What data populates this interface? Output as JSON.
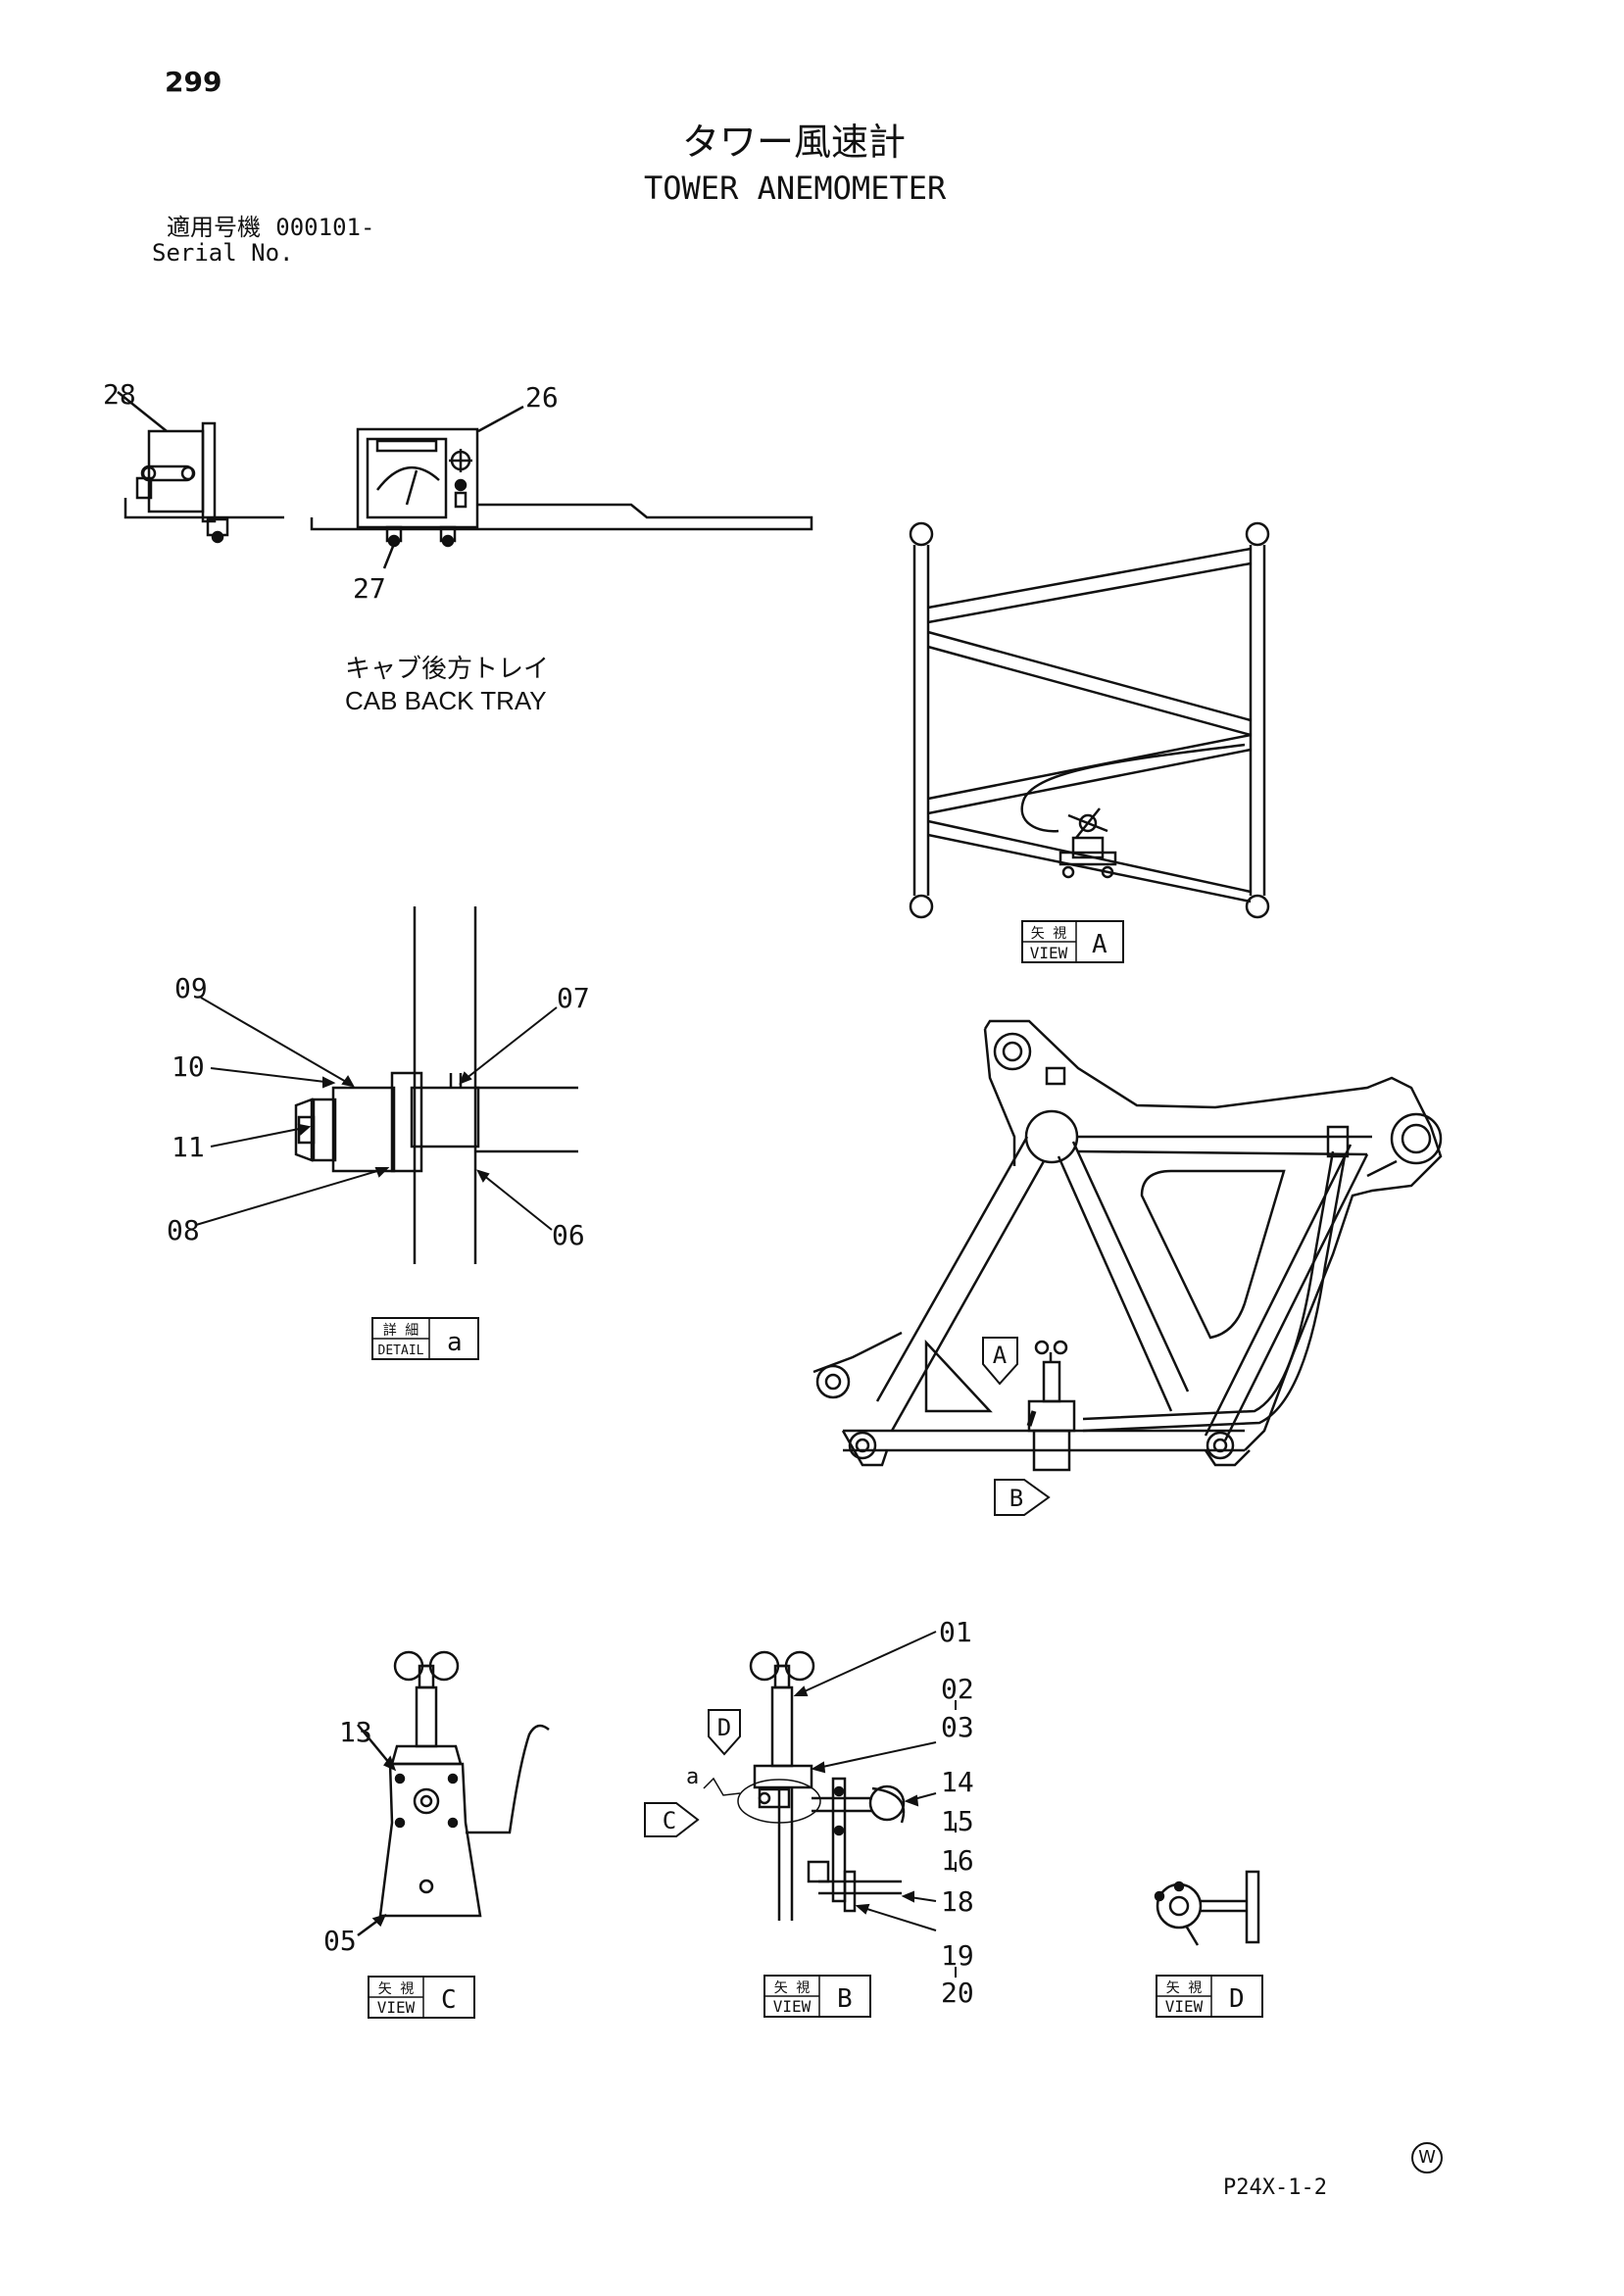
{
  "header": {
    "page_number": "299",
    "title_ja": "タワー風速計",
    "title_en": "TOWER ANEMOMETER",
    "serial_label_ja": "適用号機",
    "serial_value": "000101-",
    "serial_label_en": "Serial No."
  },
  "cab_tray": {
    "label_ja": "キャブ後方トレイ",
    "label_en": "CAB BACK TRAY"
  },
  "labels": {
    "view_ja": "矢 視",
    "view_en": "VIEW",
    "detail_ja": "詳 細",
    "detail_en": "DETAIL",
    "view_a": "A",
    "view_b": "B",
    "view_c": "C",
    "view_d": "D",
    "detail_a": "a",
    "marker_a": "A",
    "marker_b": "B",
    "marker_c": "C",
    "marker_d": "D",
    "small_a": "a"
  },
  "part_numbers": {
    "p01": "01",
    "p02": "02",
    "p03": "03",
    "p05": "05",
    "p06": "06",
    "p07": "07",
    "p08": "08",
    "p09": "09",
    "p10": "10",
    "p11": "11",
    "p13": "13",
    "p14": "14",
    "p15": "15",
    "p16": "16",
    "p18": "18",
    "p19": "19",
    "p20": "20",
    "p26": "26",
    "p27": "27",
    "p28": "28"
  },
  "footer": {
    "code": "P24X-1-2",
    "mark": "W"
  }
}
